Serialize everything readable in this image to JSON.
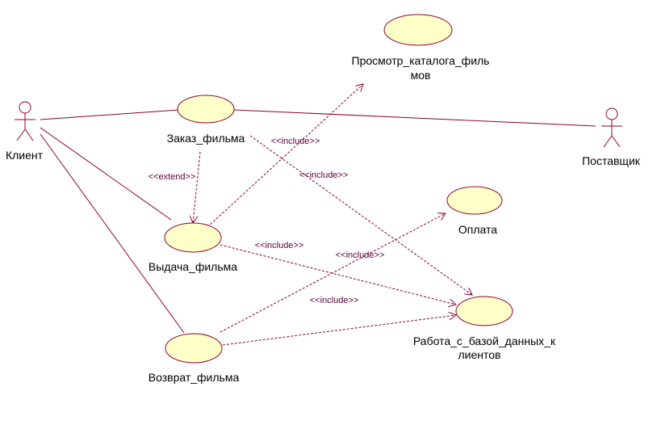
{
  "diagram": {
    "actors": {
      "client": "Клиент",
      "supplier": "Поставщик"
    },
    "use_cases": {
      "order": "Заказ_фильма",
      "catalog_line1": "Просмотр_каталога_филь",
      "catalog_line2": "мов",
      "issue": "Выдача_фильма",
      "payment": "Оплата",
      "return": "Возврат_фильма",
      "db_line1": "Работа_с_базой_данных_к",
      "db_line2": "лиентов"
    },
    "relations": {
      "extend": "<<extend>>",
      "include_order_db": "<<include>>",
      "include_issue_catalog": "<<include>>",
      "include_issue_db": "<<include>>",
      "include_return_payment": "<<include>>",
      "include_return_db": "<<include>>"
    },
    "colors": {
      "use_case_fill": "#ffffc8",
      "line": "#8b0034"
    }
  }
}
